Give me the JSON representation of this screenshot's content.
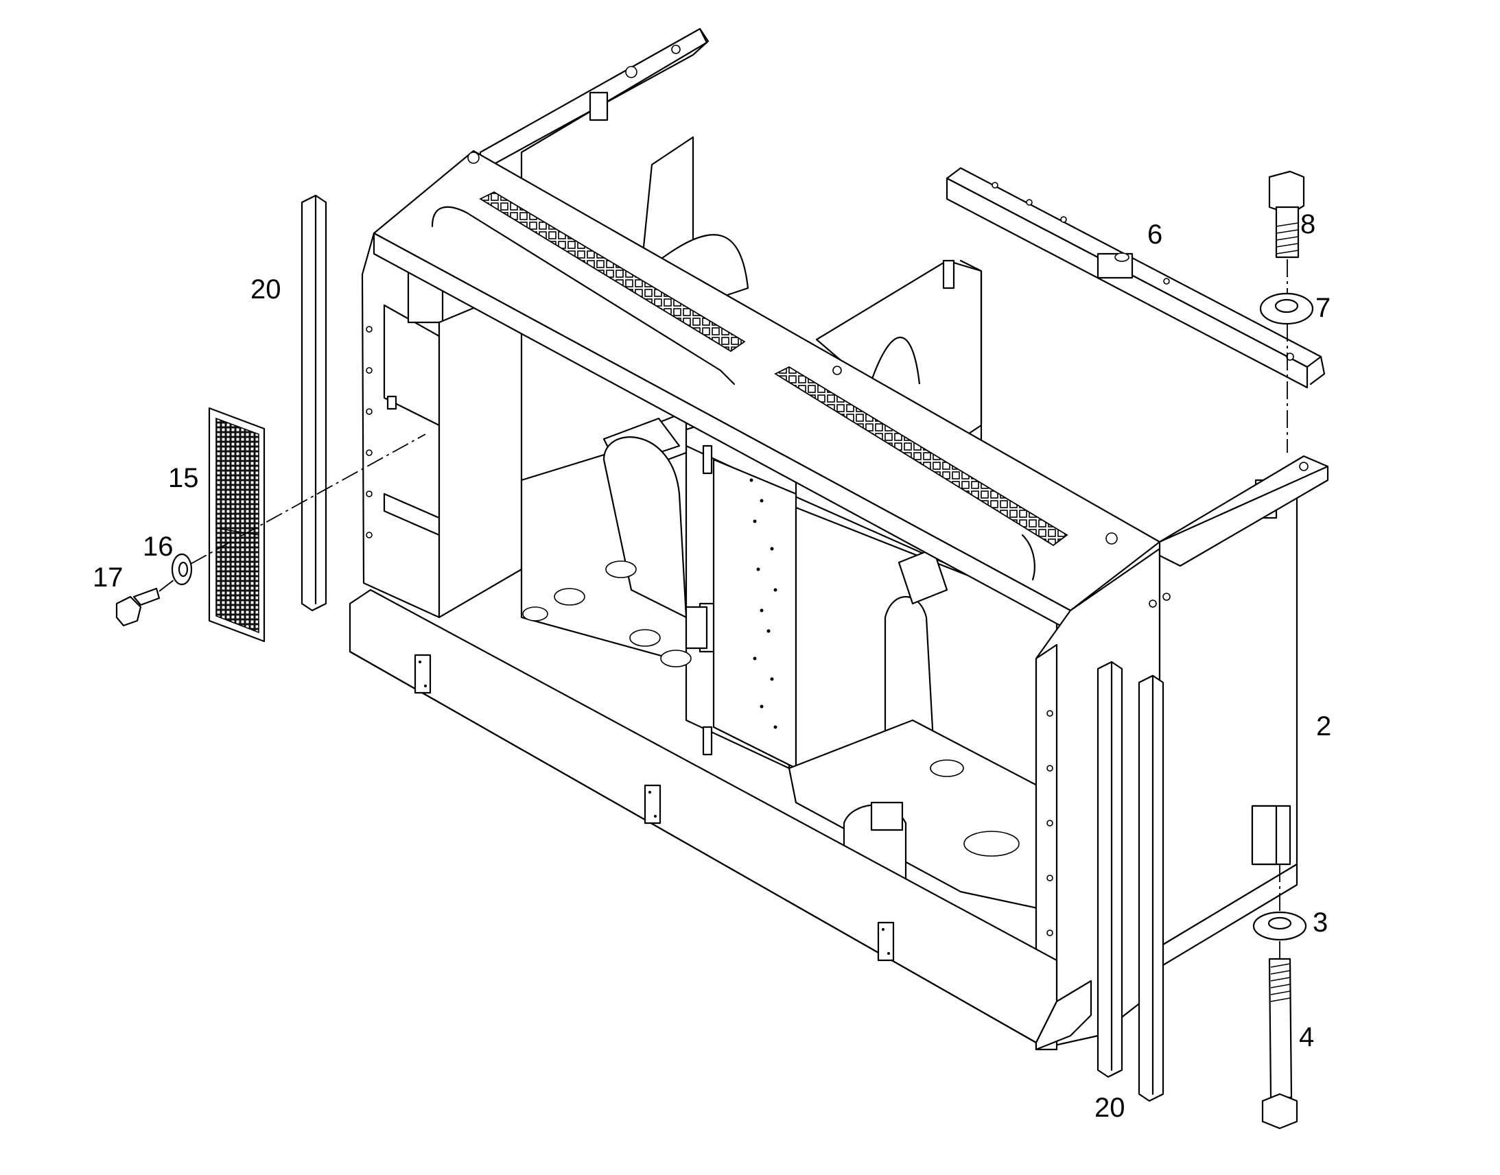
{
  "diagram": {
    "callouts": {
      "part_2": "2",
      "part_3": "3",
      "part_4": "4",
      "part_6": "6",
      "part_7": "7",
      "part_8": "8",
      "part_15": "15",
      "part_16": "16",
      "part_17": "17",
      "part_20_left": "20",
      "part_20_bottom": "20"
    },
    "line_color": "#000000",
    "background": "#ffffff"
  }
}
